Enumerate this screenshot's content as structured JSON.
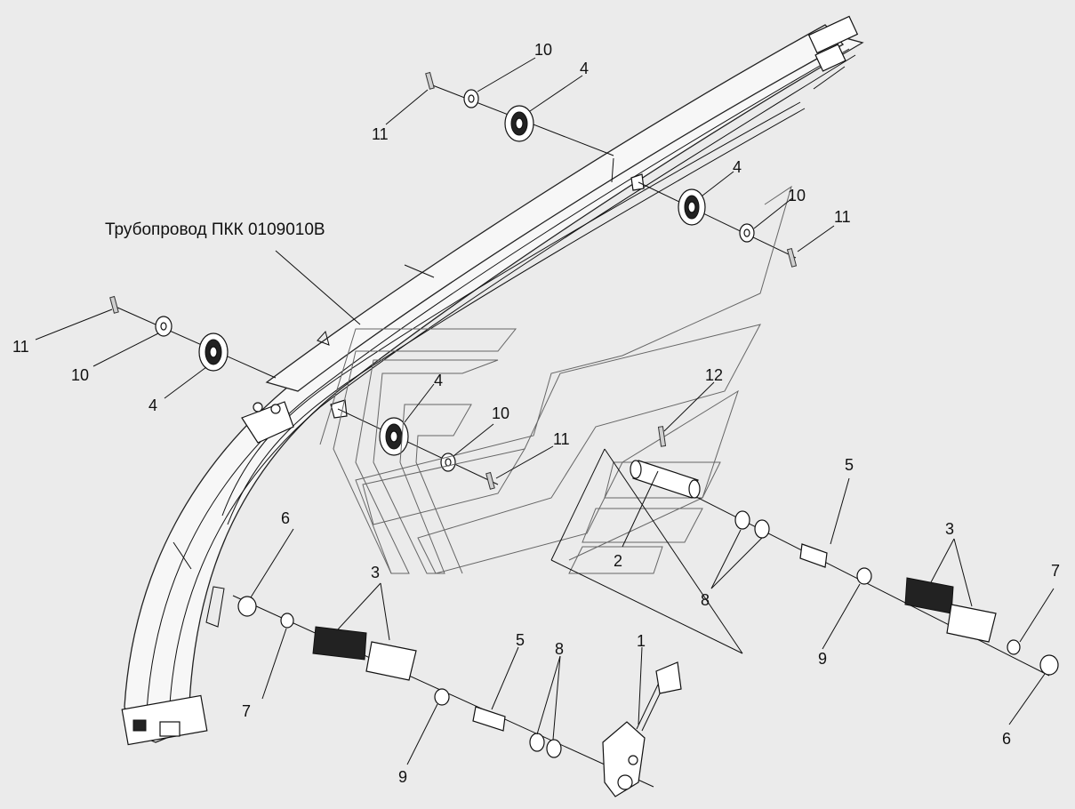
{
  "diagram": {
    "pipeline_label": "Трубопровод ПКК 0109010В",
    "part_labels": [
      {
        "id": "l10a",
        "text": "10"
      },
      {
        "id": "l4a",
        "text": "4"
      },
      {
        "id": "l11a",
        "text": "11"
      },
      {
        "id": "l4b",
        "text": "4"
      },
      {
        "id": "l10b",
        "text": "10"
      },
      {
        "id": "l11b",
        "text": "11"
      },
      {
        "id": "l11c",
        "text": "11"
      },
      {
        "id": "l10c",
        "text": "10"
      },
      {
        "id": "l4c",
        "text": "4"
      },
      {
        "id": "l4d",
        "text": "4"
      },
      {
        "id": "l10d",
        "text": "10"
      },
      {
        "id": "l11d",
        "text": "11"
      },
      {
        "id": "l12",
        "text": "12"
      },
      {
        "id": "l5a",
        "text": "5"
      },
      {
        "id": "l3a",
        "text": "3"
      },
      {
        "id": "l7a",
        "text": "7"
      },
      {
        "id": "l2",
        "text": "2"
      },
      {
        "id": "l8a",
        "text": "8"
      },
      {
        "id": "l9a",
        "text": "9"
      },
      {
        "id": "l6a",
        "text": "6"
      },
      {
        "id": "l3b",
        "text": "3"
      },
      {
        "id": "l7b",
        "text": "7"
      },
      {
        "id": "l5b",
        "text": "5"
      },
      {
        "id": "l8b",
        "text": "8"
      },
      {
        "id": "l1",
        "text": "1"
      },
      {
        "id": "l9b",
        "text": "9"
      },
      {
        "id": "l6b",
        "text": "6"
      }
    ]
  }
}
